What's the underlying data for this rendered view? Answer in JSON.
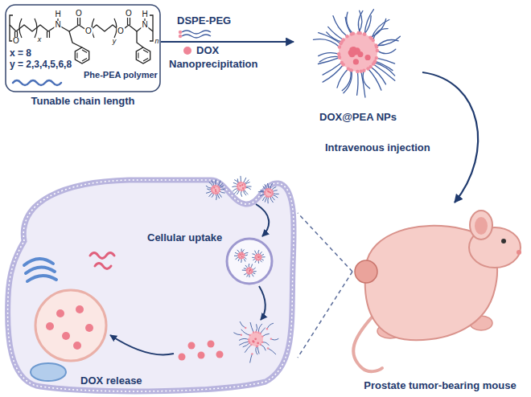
{
  "diagram": {
    "nodes": [
      {
        "text": [
          "x = 8",
          "y = 2,3,4,5,6,8",
          "Phe-PEA polymer",
          "Tunable chain length"
        ]
      },
      {
        "text": [
          "DOX@PEA NPs"
        ]
      },
      {
        "text": [
          "Cellular uptake",
          "DOX release"
        ]
      },
      {
        "text": [
          "Prostate tumor-bearing mouse"
        ]
      }
    ],
    "edges": [
      {
        "from": 0,
        "to": 1,
        "label": "Nanoprecipitation",
        "arrow": "to"
      },
      {
        "from": 1,
        "to": 3,
        "label": "Intravenous injection",
        "arrow": "to"
      },
      {
        "from": 3,
        "to": 2,
        "arrow": "none"
      }
    ],
    "labels": [
      "O",
      "x",
      "H",
      "N",
      "O",
      "O",
      "y",
      "O",
      "O",
      "H",
      "N",
      "n",
      "DSPE-PEG",
      "DOX"
    ]
  }
}
